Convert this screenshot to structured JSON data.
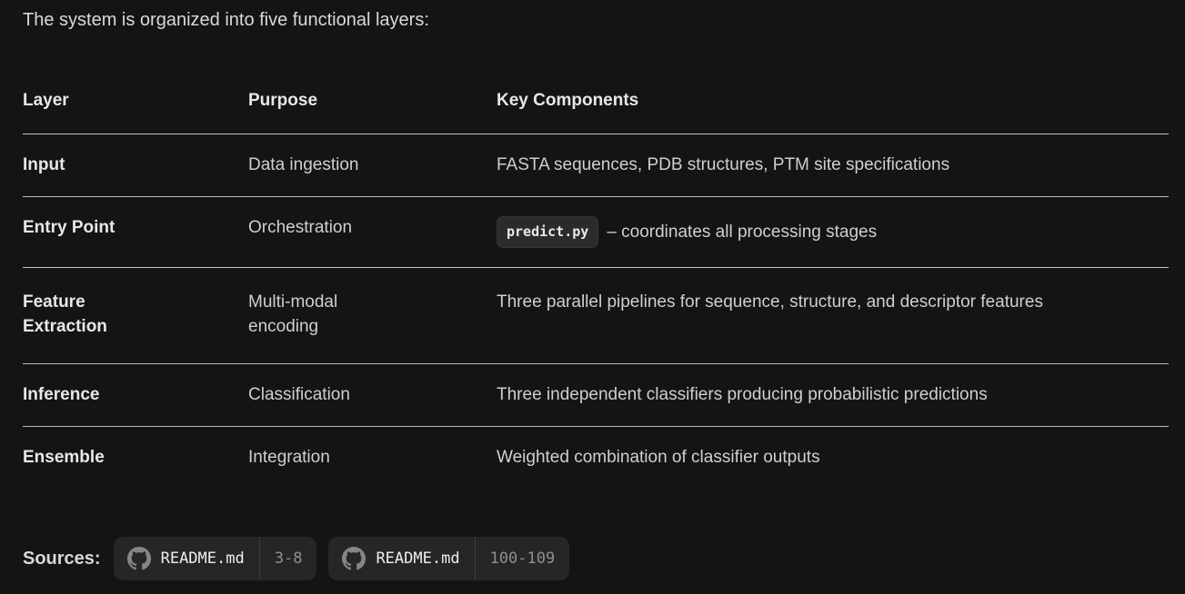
{
  "intro": "The system is organized into five functional layers:",
  "table": {
    "headers": [
      "Layer",
      "Purpose",
      "Key Components"
    ],
    "rows": [
      {
        "layer": "Input",
        "purpose": "Data ingestion",
        "components": "FASTA sequences, PDB structures, PTM site specifications"
      },
      {
        "layer": "Entry Point",
        "purpose": "Orchestration",
        "components_code": "predict.py",
        "components_after": "– coordinates all processing stages"
      },
      {
        "layer": "Feature Extraction",
        "purpose": "Multi-modal encoding",
        "components": "Three parallel pipelines for sequence, structure, and descriptor features"
      },
      {
        "layer": "Inference",
        "purpose": "Classification",
        "components": "Three independent classifiers producing probabilistic predictions"
      },
      {
        "layer": "Ensemble",
        "purpose": "Integration",
        "components": "Weighted combination of classifier outputs"
      }
    ]
  },
  "sources": {
    "label": "Sources:",
    "items": [
      {
        "file": "README.md",
        "lines": "3-8"
      },
      {
        "file": "README.md",
        "lines": "100-109"
      }
    ]
  },
  "icons": {
    "github": "github-octocat-mark"
  },
  "colors": {
    "background": "#141414",
    "body_text": "#cfcfcf",
    "bold_text": "#e7e7e7",
    "rule": "#c0c0c0",
    "badge_bg": "#262626",
    "code_chip_bg": "#2b2b2b",
    "muted_text": "#8f8f8f"
  }
}
